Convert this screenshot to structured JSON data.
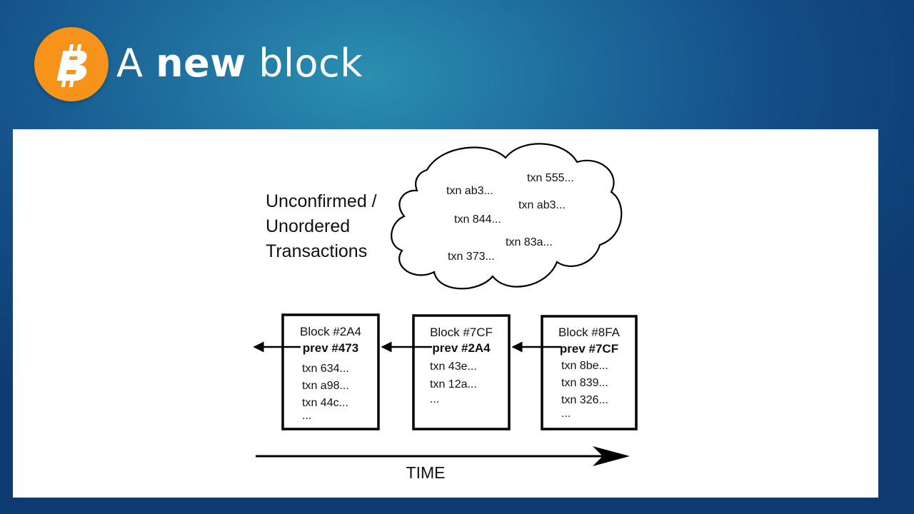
{
  "header": {
    "title_parts": [
      "A",
      "new",
      "block"
    ],
    "logo_icon": "bitcoin-icon",
    "logo_color": "#f7931a"
  },
  "diagram": {
    "pool_label": [
      "Unconfirmed /",
      "Unordered",
      "Transactions"
    ],
    "pool_txns": [
      "txn ab3...",
      "txn 555...",
      "txn ab3...",
      "txn 844...",
      "txn 83a...",
      "txn 373..."
    ],
    "blocks": [
      {
        "title": "Block #2A4",
        "prev": "prev #473",
        "txns": [
          "txn 634...",
          "txn a98...",
          "txn 44c...",
          "..."
        ]
      },
      {
        "title": "Block #7CF",
        "prev": "prev #2A4",
        "txns": [
          "txn 43e...",
          "txn 12a...",
          "..."
        ]
      },
      {
        "title": "Block #8FA",
        "prev": "prev #7CF",
        "txns": [
          "txn 8be...",
          "txn 839...",
          "txn 326...",
          "..."
        ]
      }
    ],
    "time_label": "TIME"
  }
}
